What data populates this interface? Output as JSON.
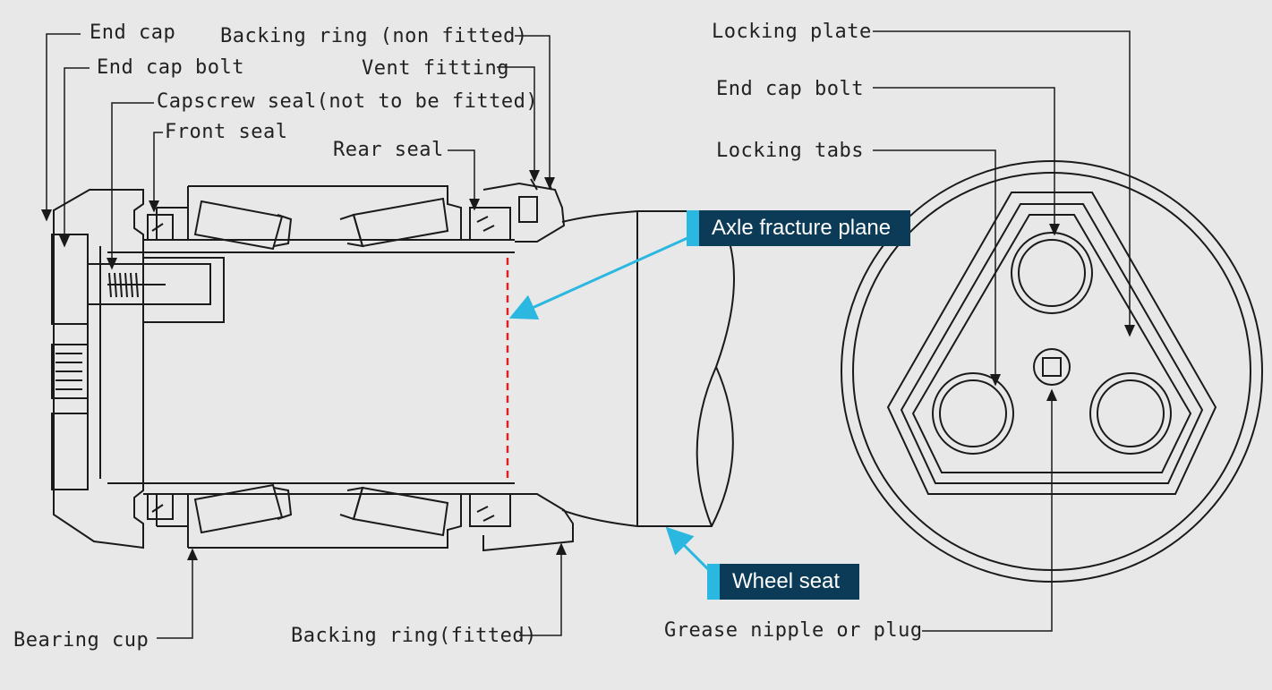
{
  "labels": {
    "end_cap": "End cap",
    "end_cap_bolt_left": "End cap bolt",
    "capscrew_seal": "Capscrew seal(not to be fitted)",
    "front_seal": "Front seal",
    "backing_ring_non_fitted": "Backing ring (non fitted)",
    "vent_fitting": "Vent fitting",
    "rear_seal": "Rear seal",
    "bearing_cup": "Bearing cup",
    "backing_ring_fitted": "Backing ring(fitted)",
    "locking_plate": "Locking plate",
    "end_cap_bolt_right": "End cap bolt",
    "locking_tabs": "Locking tabs",
    "grease_nipple": "Grease nipple or plug"
  },
  "callouts": {
    "axle_fracture_plane": "Axle fracture plane",
    "wheel_seat": "Wheel seat"
  },
  "colors": {
    "line": "#1a1a1a",
    "callout_bg": "#0c3b57",
    "callout_accent": "#2ab7e0",
    "fracture_line": "#e02020",
    "background": "#e8e8e8"
  }
}
